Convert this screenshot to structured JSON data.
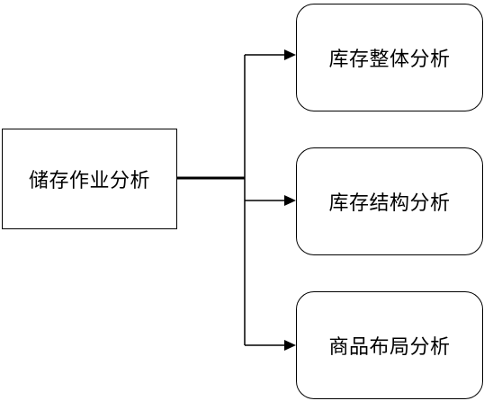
{
  "diagram": {
    "root": {
      "label": "储存作业分析"
    },
    "children": [
      {
        "label": "库存整体分析"
      },
      {
        "label": "库存结构分析"
      },
      {
        "label": "商品布局分析"
      }
    ]
  },
  "colors": {
    "stroke": "#000000",
    "fill": "#ffffff",
    "text": "#000000"
  }
}
